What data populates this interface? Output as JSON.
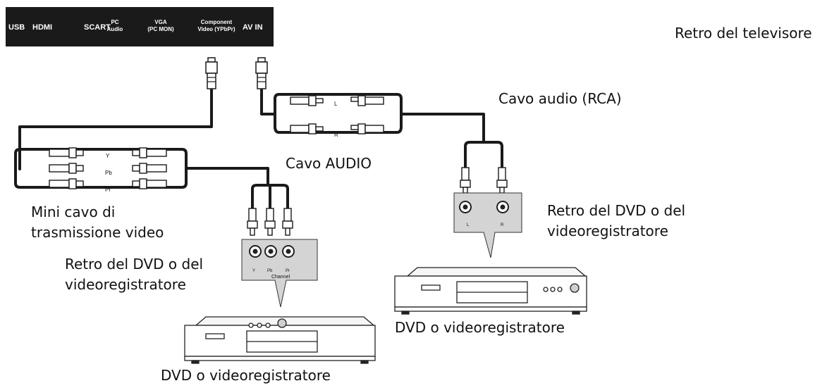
{
  "tv_panel": {
    "ports": [
      {
        "label": "USB"
      },
      {
        "label": "HDMI"
      },
      {
        "label": "SCART"
      },
      {
        "label": "PC",
        "label2": "Audio"
      },
      {
        "label": "VGA",
        "label2": "(PC MON)"
      },
      {
        "label": "Component",
        "label2": "Video (YPbPr)"
      },
      {
        "label": "AV IN"
      }
    ]
  },
  "labels": {
    "tv_back": "Retro del televisore",
    "rca_cable": "Cavo audio (RCA)",
    "audio_cable": "Cavo AUDIO",
    "video_cable_line1": "Mini cavo di",
    "video_cable_line2": "trasmissione video",
    "dvd_back_left_line1": "Retro del DVD o del",
    "dvd_back_left_line2": "videoregistratore",
    "dvd_back_right_line1": "Retro del DVD o del",
    "dvd_back_right_line2": "videoregistratore",
    "dvd_right": "DVD o videoregistratore",
    "dvd_left": "DVD o videoregistratore"
  },
  "connectors": {
    "audio_left": "L",
    "audio_right": "R",
    "video_y": "Y",
    "video_pb": "Pb",
    "video_pr": "Pr",
    "jack_y": "Y",
    "jack_pb": "Pb",
    "jack_pr": "Pr",
    "jack_channel": "Channel",
    "jack_l": "L",
    "jack_r": "R"
  }
}
